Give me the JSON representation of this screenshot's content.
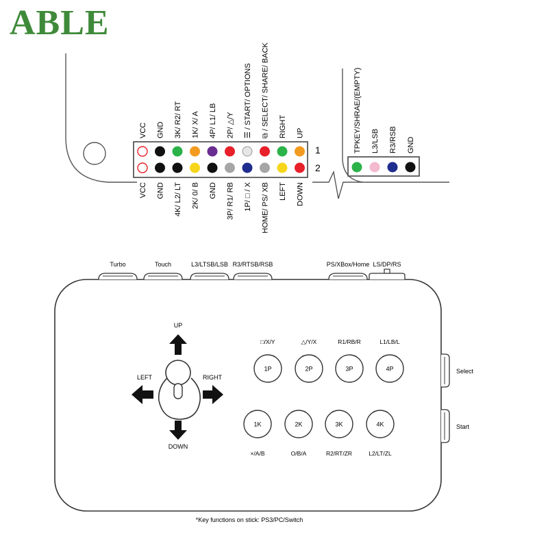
{
  "brand": {
    "logo_text": "ABLE",
    "color": "#3f8a3a"
  },
  "connector": {
    "row_numbers": [
      "1",
      "2"
    ],
    "top_labels": [
      "VCC",
      "GND",
      "3K/ R2/ RT",
      "1K/ X/ A",
      "4P/ L1/ LB",
      "2P/ △/Y",
      "☰ / START/ OPTIONS",
      "⧉ / SELECT/ SHARE/ BACK",
      "RIGHT",
      "UP"
    ],
    "bottom_labels": [
      "VCC",
      "GND",
      "4K/ L2/ LT",
      "2K/ 0/ B",
      "GND",
      "3P/ R1/ RB",
      "1P/ □ / X",
      "HOME/ PS/ XB",
      "LEFT",
      "DOWN"
    ],
    "row1_colors": [
      "open-red",
      "#111111",
      "#2bb34a",
      "#f39b1f",
      "#6a2d91",
      "#e8202a",
      "#e6e6e6",
      "#e8202a",
      "#2bb34a",
      "#f39b1f"
    ],
    "row2_colors": [
      "open-red",
      "#111111",
      "#111111",
      "#f7d51b",
      "#111111",
      "#a6a6a6",
      "#1f2d8f",
      "#a6a6a6",
      "#f7d51b",
      "#e8202a"
    ]
  },
  "aux_connector": {
    "labels": [
      "TPKEY/SHRAE/(EMPTY)",
      "L3/LSB",
      "R3/RSB",
      "GND"
    ],
    "colors": [
      "#2bb34a",
      "#f2b9cf",
      "#1f2d8f",
      "#111111"
    ]
  },
  "top_buttons": [
    "Turbo",
    "Touch",
    "L3/LTSB/LSB",
    "R3/RTSB/RSB",
    "PS/XBox/Home",
    "LS/DP/RS"
  ],
  "side_buttons": [
    "Select",
    "Start"
  ],
  "joystick": {
    "up": "UP",
    "down": "DOWN",
    "left": "LEFT",
    "right": "RIGHT"
  },
  "top_row": [
    {
      "label": "1P",
      "caption": "□/X/Y"
    },
    {
      "label": "2P",
      "caption": "△/Y/X"
    },
    {
      "label": "3P",
      "caption": "R1/RB/R"
    },
    {
      "label": "4P",
      "caption": "L1/LB/L"
    }
  ],
  "bottom_row": [
    {
      "label": "1K",
      "caption": "×/A/B"
    },
    {
      "label": "2K",
      "caption": "O/B/A"
    },
    {
      "label": "3K",
      "caption": "R2/RT/ZR"
    },
    {
      "label": "4K",
      "caption": "L2/LT/ZL"
    }
  ],
  "footnote": "*Key functions on stick: PS3/PC/Switch"
}
